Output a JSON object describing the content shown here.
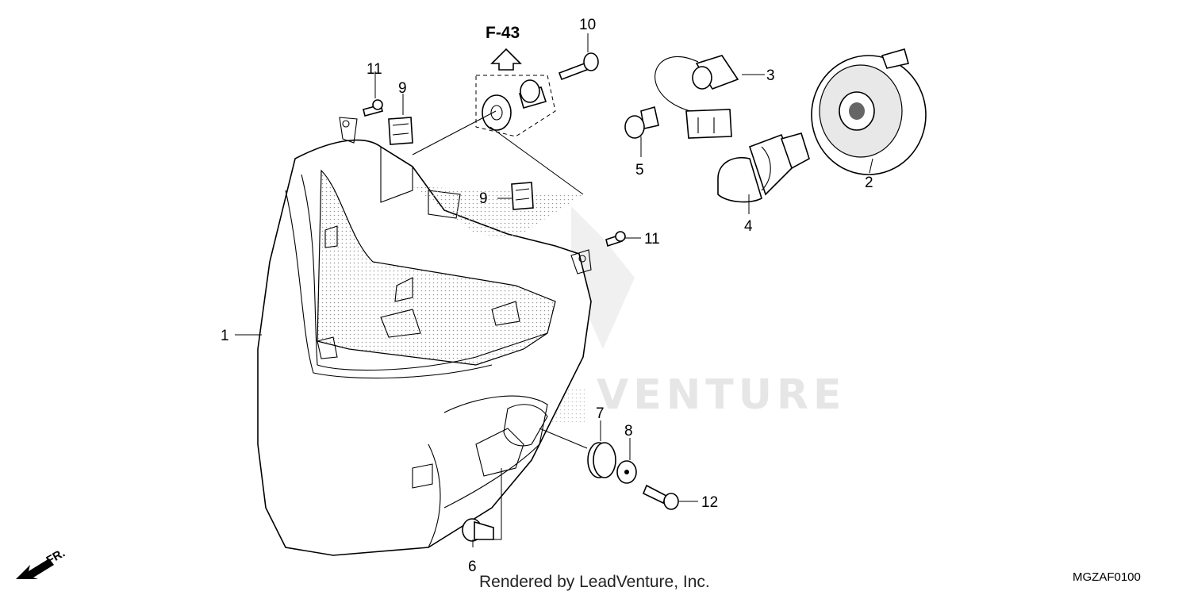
{
  "diagram": {
    "ref_label": "F-43",
    "callouts": [
      "1",
      "2",
      "3",
      "4",
      "5",
      "6",
      "7",
      "8",
      "9",
      "9",
      "10",
      "11",
      "11",
      "12"
    ],
    "watermark": "VENTURE",
    "footer": "Rendered by LeadVenture, Inc.",
    "drawing_code": "MGZAF0100",
    "direction_label": "FR."
  }
}
